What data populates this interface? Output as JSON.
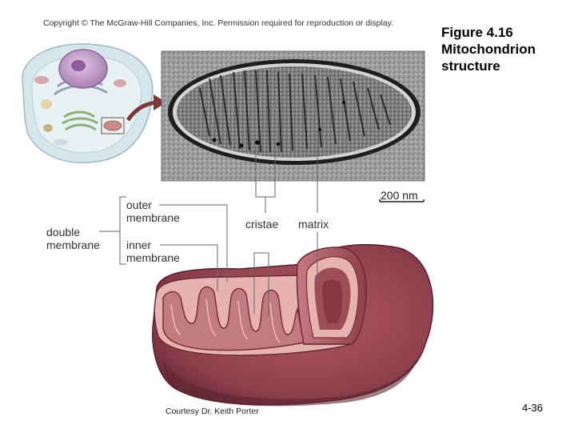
{
  "copyright": "Copyright © The McGraw-Hill Companies, Inc. Permission required for reproduction or display.",
  "figure": {
    "line1": "Figure 4.16",
    "line2": "Mitochondrion",
    "line3": "structure"
  },
  "labels": {
    "outer_line1": "outer",
    "outer_line2": "membrane",
    "inner_line1": "inner",
    "inner_line2": "membrane",
    "double_line1": "double",
    "double_line2": "membrane",
    "cristae": "cristae",
    "matrix": "matrix"
  },
  "scale_bar": "200 nm",
  "courtesy": "Courtesy Dr. Keith Porter",
  "slide_number": "4-36",
  "colors": {
    "mito_body": "#8e3f4c",
    "mito_cut": "#e7b3ae",
    "micrograph": "#8a8a8a",
    "cell": "#cfe2e8"
  }
}
